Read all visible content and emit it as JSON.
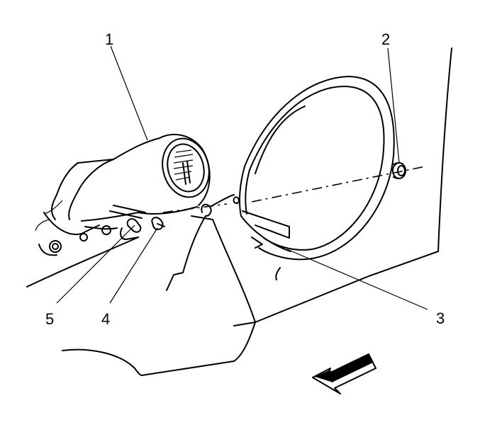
{
  "callouts": [
    {
      "id": "1",
      "label": "1"
    },
    {
      "id": "2",
      "label": "2"
    },
    {
      "id": "3",
      "label": "3"
    },
    {
      "id": "4",
      "label": "4"
    },
    {
      "id": "5",
      "label": "5"
    }
  ],
  "direction_arrow": {
    "icon": "front-direction-arrow-icon"
  }
}
